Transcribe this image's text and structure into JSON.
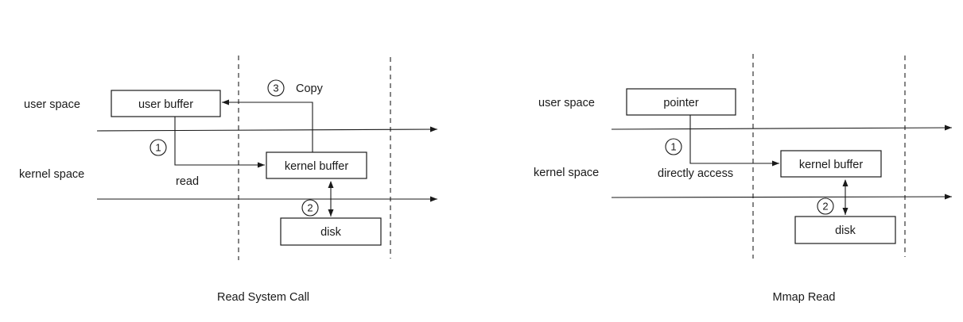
{
  "left": {
    "caption": "Read System Call",
    "user_space_label": "user space",
    "kernel_space_label": "kernel space",
    "user_buffer": "user buffer",
    "kernel_buffer": "kernel buffer",
    "disk": "disk",
    "read_label": "read",
    "copy_label": "Copy",
    "step1": "1",
    "step2": "2",
    "step3": "3"
  },
  "right": {
    "caption": "Mmap Read",
    "user_space_label": "user space",
    "kernel_space_label": "kernel space",
    "pointer": "pointer",
    "kernel_buffer": "kernel buffer",
    "disk": "disk",
    "access_label": "directly access",
    "step1": "1",
    "step2": "2"
  }
}
